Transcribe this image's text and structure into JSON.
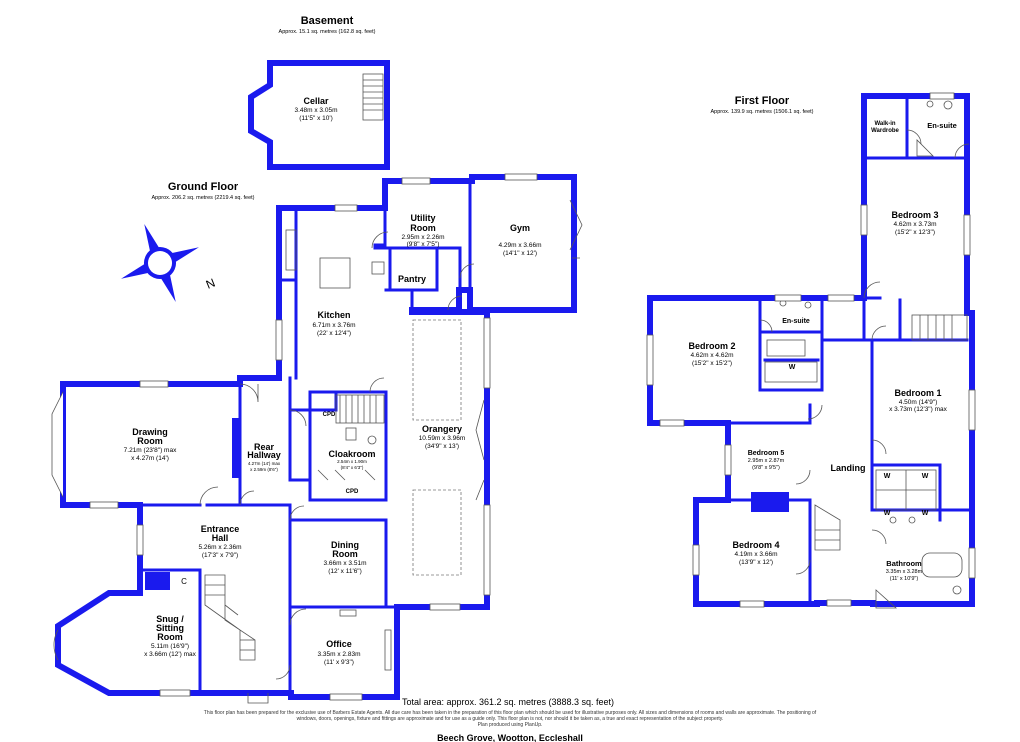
{
  "floors": {
    "basement": {
      "title": "Basement",
      "area": "Approx. 15.1 sq. metres (162.8 sq. feet)"
    },
    "ground": {
      "title": "Ground Floor",
      "area": "Approx. 206.2 sq. metres (2219.4 sq. feet)"
    },
    "first": {
      "title": "First Floor",
      "area": "Approx. 139.9 sq. metres (1506.1 sq. feet)"
    }
  },
  "rooms": {
    "cellar": {
      "name": "Cellar",
      "dim_m": "3.48m x 3.05m",
      "dim_ft": "(11'5\" x 10')"
    },
    "utility": {
      "name1": "Utility",
      "name2": "Room",
      "dim_m": "2.95m x 2.26m",
      "dim_ft": "(9'8\" x 7'5\")"
    },
    "gym": {
      "name": "Gym",
      "dim_m": "4.29m x 3.66m",
      "dim_ft": "(14'1\" x 12')"
    },
    "pantry": {
      "name": "Pantry"
    },
    "kitchen": {
      "name": "Kitchen",
      "dim_m": "6.71m x 3.76m",
      "dim_ft": "(22' x 12'4\")"
    },
    "drawing": {
      "name1": "Drawing",
      "name2": "Room",
      "dim_m": "7.21m (23'8\") max",
      "dim_ft": "x 4.27m (14')"
    },
    "rear_hallway": {
      "name1": "Rear",
      "name2": "Hallway",
      "dim_m": "4.27m (14') max",
      "dim_ft": "x 2.59m (8'6\")"
    },
    "cloakroom": {
      "name": "Cloakroom",
      "dim_m": "2.54m x 1.90m",
      "dim_ft": "(8'4\" x 6'3\")"
    },
    "orangery": {
      "name": "Orangery",
      "dim_m": "10.59m x 3.96m",
      "dim_ft": "(34'9\" x 13')"
    },
    "entrance": {
      "name1": "Entrance",
      "name2": "Hall",
      "dim_m": "5.26m x 2.36m",
      "dim_ft": "(17'3\" x 7'9\")"
    },
    "dining": {
      "name1": "Dining",
      "name2": "Room",
      "dim_m": "3.66m x 3.51m",
      "dim_ft": "(12' x 11'6\")"
    },
    "snug": {
      "name1": "Snug /",
      "name2": "Sitting",
      "name3": "Room",
      "dim_m": "5.11m (16'9\")",
      "dim_ft": "x 3.66m (12') max"
    },
    "office": {
      "name": "Office",
      "dim_m": "3.35m x 2.83m",
      "dim_ft": "(11' x 9'3\")"
    },
    "walkin": {
      "name1": "Walk-in",
      "name2": "Wardrobe"
    },
    "ensuite1": {
      "name": "En-suite"
    },
    "bedroom3": {
      "name": "Bedroom 3",
      "dim_m": "4.62m x 3.73m",
      "dim_ft": "(15'2\" x 12'3\")"
    },
    "bedroom2": {
      "name": "Bedroom 2",
      "dim_m": "4.62m x 4.62m",
      "dim_ft": "(15'2\" x 15'2\")"
    },
    "ensuite2": {
      "name": "En-suite"
    },
    "bedroom1": {
      "name": "Bedroom 1",
      "dim_m": "4.50m (14'9\")",
      "dim_ft": "x 3.73m (12'3\") max"
    },
    "bedroom5": {
      "name": "Bedroom 5",
      "dim_m": "2.95m x 2.87m",
      "dim_ft": "(9'8\" x 9'5\")"
    },
    "landing": {
      "name": "Landing"
    },
    "bedroom4": {
      "name": "Bedroom 4",
      "dim_m": "4.19m x 3.66m",
      "dim_ft": "(13'9\" x 12')"
    },
    "bathroom": {
      "name": "Bathroom",
      "dim_m": "3.35m x 3.28m",
      "dim_ft": "(11' x 10'9\")"
    }
  },
  "labels": {
    "cpd": "CPD",
    "c": "C",
    "w": "W"
  },
  "total_area": "Total area: approx. 361.2 sq. metres (3888.3 sq. feet)",
  "disclaimer_1": "This floor plan has been prepared for the exclusive use of Barbers Estate Agents. All due care has been taken in the preparation of this floor plan which should be used for illustrative purposes only. All sizes and dimensions of rooms and walls are approximate. The positioning of",
  "disclaimer_2": "windows, doors, openings, fixture and fittings are approximate and for use as a guide only. This floor plan is not, nor should it be taken as, a true and exact representation of the subject property.",
  "disclaimer_3": "Plan produced using PlanUp.",
  "address": "Beech Grove, Wootton, Eccleshall",
  "compass": {
    "letter": "N"
  },
  "colors": {
    "wall": "#1a1aee"
  }
}
